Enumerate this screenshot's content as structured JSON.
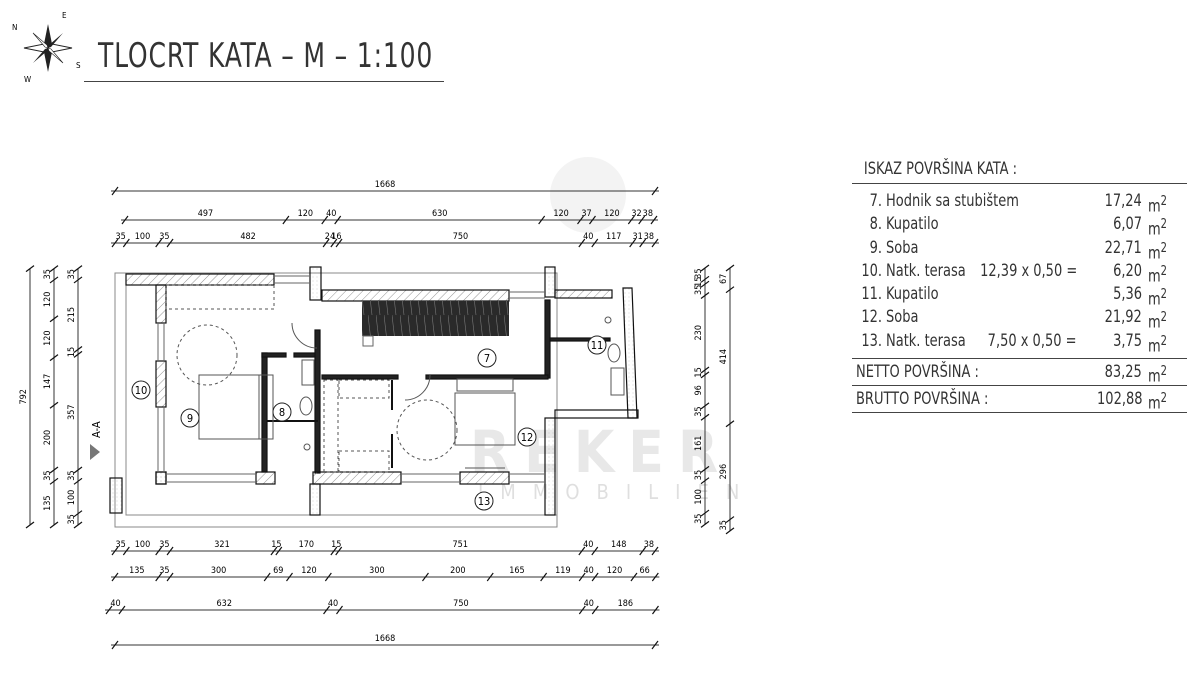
{
  "title": "TLOCRT KATA – M – 1:100",
  "compass": {
    "labels": [
      "N",
      "E",
      "S",
      "W"
    ]
  },
  "watermark": {
    "brand": "REKER",
    "sub": "IMMOBILIEN"
  },
  "section_marker": "A-A",
  "rooms": [
    {
      "id": "7"
    },
    {
      "id": "8"
    },
    {
      "id": "9"
    },
    {
      "id": "10"
    },
    {
      "id": "11"
    },
    {
      "id": "12"
    },
    {
      "id": "13"
    }
  ],
  "dimensions": {
    "top": [
      [
        1668
      ],
      [
        497,
        120,
        40,
        630,
        120,
        37,
        120,
        32,
        38
      ],
      [
        35,
        100,
        35,
        482,
        24,
        16,
        750,
        40,
        117,
        31,
        38
      ]
    ],
    "bottom": [
      [
        35,
        100,
        35,
        321,
        15,
        170,
        15,
        751,
        40,
        148,
        38
      ],
      [
        135,
        35,
        300,
        69,
        120,
        300,
        200,
        165,
        119,
        40,
        120,
        66
      ],
      [
        40,
        632,
        40,
        750,
        40,
        186
      ],
      [
        1668
      ]
    ],
    "left_from_bottom": [
      [
        792
      ],
      [
        135,
        35,
        200,
        147,
        120,
        120,
        35
      ],
      [
        35,
        100,
        35,
        357,
        15,
        215,
        35
      ]
    ],
    "right_from_top": [
      [
        35,
        15,
        35,
        230,
        15,
        96,
        35,
        161,
        35,
        100,
        35
      ],
      [
        67,
        414,
        296,
        35
      ]
    ]
  },
  "area_table": {
    "heading": "ISKAZ POVRŠINA KATA :",
    "unit": "m",
    "unit_exp": "2",
    "rows": [
      {
        "num": "7.",
        "name": "Hodnik sa stubištem",
        "calc": "",
        "value": "17,24"
      },
      {
        "num": "8.",
        "name": "Kupatilo",
        "calc": "",
        "value": "6,07"
      },
      {
        "num": "9.",
        "name": "Soba",
        "calc": "",
        "value": "22,71"
      },
      {
        "num": "10.",
        "name": "Natk. terasa",
        "calc": "12,39 x 0,50 =",
        "value": "6,20"
      },
      {
        "num": "11.",
        "name": "Kupatilo",
        "calc": "",
        "value": "5,36"
      },
      {
        "num": "12.",
        "name": "Soba",
        "calc": "",
        "value": "21,92"
      },
      {
        "num": "13.",
        "name": "Natk. terasa",
        "calc": "7,50 x 0,50 =",
        "value": "3,75"
      }
    ],
    "netto_label": "NETTO POVRŠINA :",
    "netto_value": "83,25",
    "brutto_label": "BRUTTO POVRŠINA :",
    "brutto_value": "102,88"
  }
}
